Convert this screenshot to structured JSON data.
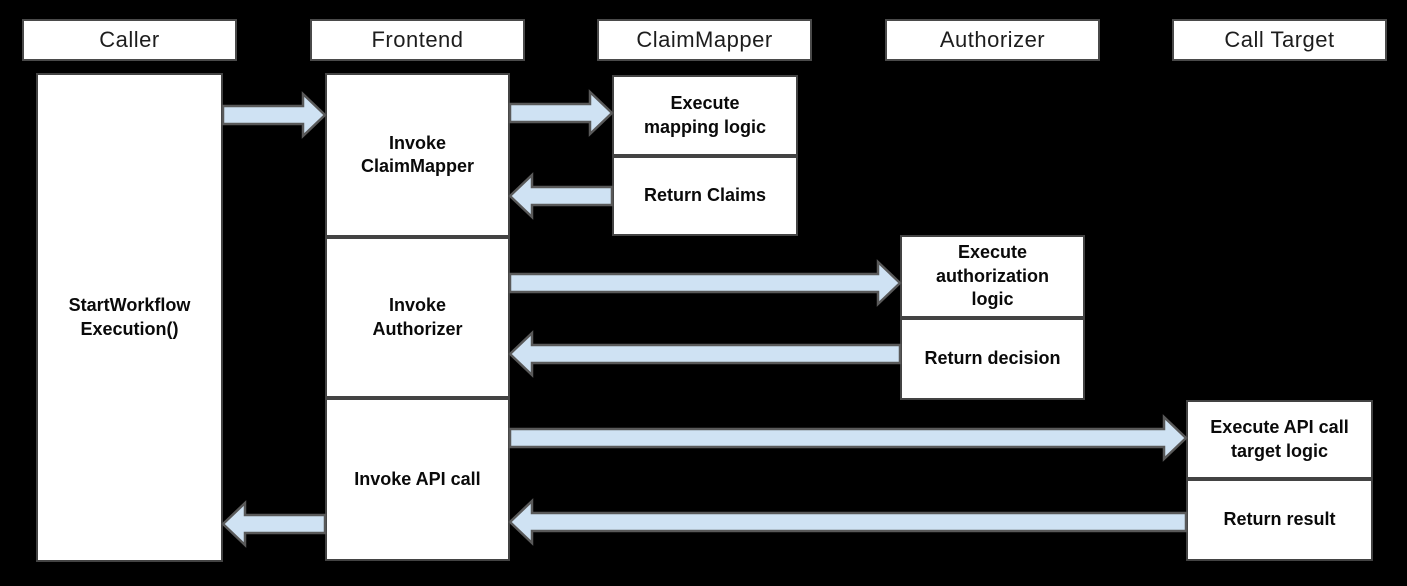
{
  "diagram": {
    "background": "#000000",
    "actors": [
      {
        "id": "caller",
        "label": "Caller"
      },
      {
        "id": "frontend",
        "label": "Frontend"
      },
      {
        "id": "claimmapper",
        "label": "ClaimMapper"
      },
      {
        "id": "authorizer",
        "label": "Authorizer"
      },
      {
        "id": "calltarget",
        "label": "Call Target"
      }
    ],
    "activities": [
      {
        "id": "start-workflow-execution",
        "actor": "caller",
        "label": "StartWorkflow\nExecution()"
      },
      {
        "id": "invoke-claimmapper",
        "actor": "frontend",
        "label": "Invoke\nClaimMapper"
      },
      {
        "id": "invoke-authorizer",
        "actor": "frontend",
        "label": "Invoke\nAuthorizer"
      },
      {
        "id": "invoke-api-call",
        "actor": "frontend",
        "label": "Invoke API call"
      },
      {
        "id": "execute-mapping-logic",
        "actor": "claimmapper",
        "label": "Execute\nmapping logic"
      },
      {
        "id": "return-claims",
        "actor": "claimmapper",
        "label": "Return Claims"
      },
      {
        "id": "execute-authorization-logic",
        "actor": "authorizer",
        "label": "Execute\nauthorization\nlogic"
      },
      {
        "id": "return-decision",
        "actor": "authorizer",
        "label": "Return decision"
      },
      {
        "id": "execute-api-call-target-logic",
        "actor": "calltarget",
        "label": "Execute API call\ntarget logic"
      },
      {
        "id": "return-result",
        "actor": "calltarget",
        "label": "Return result"
      }
    ],
    "arrows": [
      {
        "name": "call-start-workflow",
        "from": "caller",
        "to": "frontend"
      },
      {
        "name": "invoke-claimmapper",
        "from": "frontend",
        "to": "claimmapper"
      },
      {
        "name": "return-claims",
        "from": "claimmapper",
        "to": "frontend"
      },
      {
        "name": "invoke-authorizer",
        "from": "frontend",
        "to": "authorizer"
      },
      {
        "name": "return-decision",
        "from": "authorizer",
        "to": "frontend"
      },
      {
        "name": "invoke-api-call",
        "from": "frontend",
        "to": "calltarget"
      },
      {
        "name": "return-result",
        "from": "calltarget",
        "to": "frontend"
      },
      {
        "name": "return-to-caller",
        "from": "frontend",
        "to": "caller"
      }
    ],
    "colors": {
      "arrow_fill": "#cfe2f3",
      "arrow_stroke": "#595959",
      "box_fill": "#ffffff",
      "box_border": "#434343",
      "text": "#0a0a0a"
    }
  }
}
